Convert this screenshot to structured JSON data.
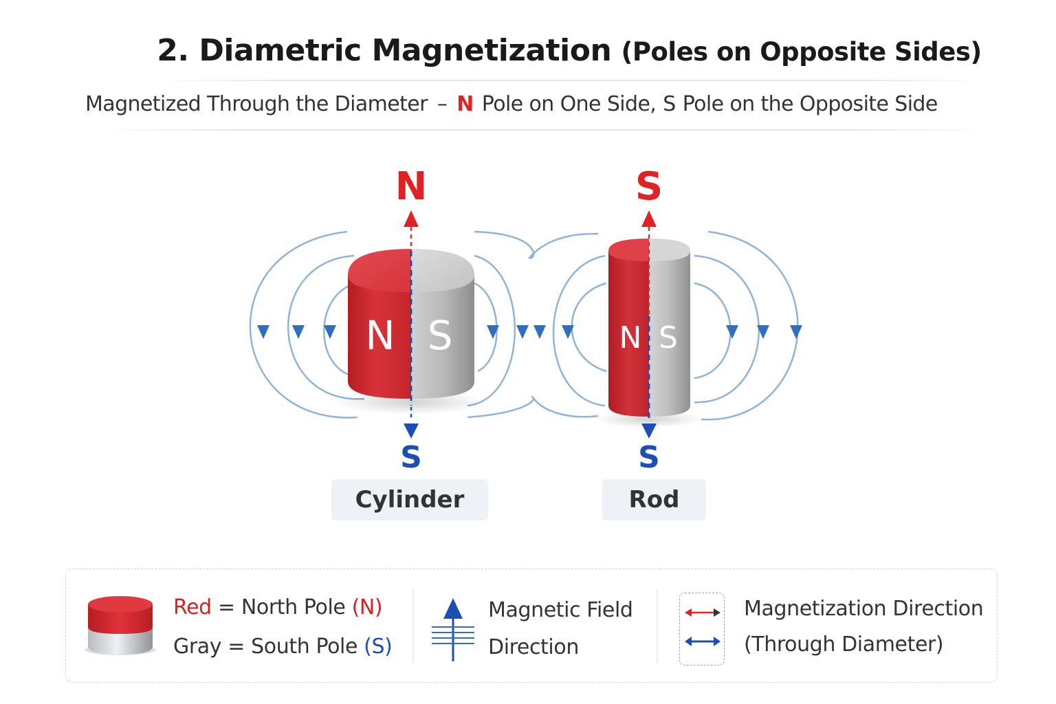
{
  "title": {
    "main": "2. Diametric Magnetization",
    "sub": "(Poles on Opposite Sides)"
  },
  "subtitle": {
    "lead": "Magnetized Through the Diameter",
    "dash": "–",
    "n": "N",
    "mid": "Pole on One Side,",
    "s": "S",
    "end": "Pole on the Opposite Side"
  },
  "cylinder": {
    "top_pole": "N",
    "bottom_pole": "S",
    "left_face": "N",
    "right_face": "S",
    "label": "Cylinder"
  },
  "rod": {
    "top_pole": "S",
    "bottom_pole": "S",
    "left_face": "N",
    "right_face": "S",
    "label": "Rod"
  },
  "legend": {
    "red_word": "Red",
    "red_rest": "= North Pole",
    "red_abbr": "(N)",
    "gray_word": "Gray = South Pole",
    "gray_abbr": "(S)",
    "field_line1": "Magnetic Field",
    "field_line2": "Direction",
    "mag_line1": "Magnetization Direction",
    "mag_line2": "(Through Diameter)"
  },
  "colors": {
    "north_red": "#e02222",
    "south_blue": "#1b4fb5",
    "field_line": "#8fb3d9",
    "gray": "#b8b8b8"
  }
}
